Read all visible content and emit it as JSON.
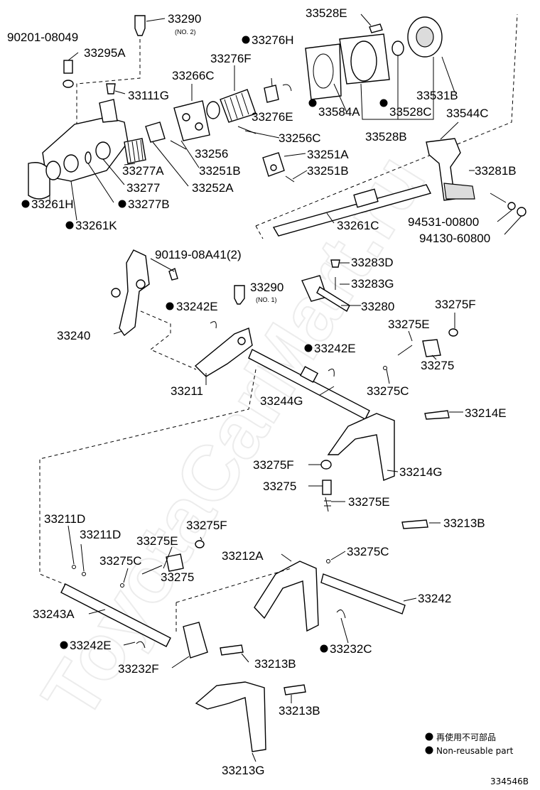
{
  "watermark": "ToyotaCarMart.ru",
  "diagram_id": "334546B",
  "legend": {
    "line1": "再使用不可部品",
    "line2": "Non-reusable part"
  },
  "labels": {
    "p33290_top": "33290",
    "p33290_top_note": "(NO. 2)",
    "p90201": "90201-08049",
    "p33295A": "33295A",
    "p33111G": "33111G",
    "p33261H": "33261H",
    "p33277B": "33277B",
    "p33261K": "33261K",
    "p33277": "33277",
    "p33277A": "33277A",
    "p33266C": "33266C",
    "p33276F": "33276F",
    "p33276H": "33276H",
    "p33276E": "33276E",
    "p33256C": "33256C",
    "p33256": "33256",
    "p33251B_a": "33251B",
    "p33252A": "33252A",
    "p33251A": "33251A",
    "p33251B_b": "33251B",
    "p33528E": "33528E",
    "p33584A": "33584A",
    "p33528C": "33528C",
    "p33531B": "33531B",
    "p33528B": "33528B",
    "p33544C": "33544C",
    "p33281B": "33281B",
    "p94531": "94531-00800",
    "p94130": "94130-60800",
    "p33261C": "33261C",
    "p90119": "90119-08A41(2)",
    "p33283D": "33283D",
    "p33283G": "33283G",
    "p33280": "33280",
    "p33290_mid": "33290",
    "p33290_mid_note": "(NO. 1)",
    "p33242E_a": "33242E",
    "p33240": "33240",
    "p33211": "33211",
    "p33242E_b": "33242E",
    "p33244G": "33244G",
    "p33275F_a": "33275F",
    "p33275E_a": "33275E",
    "p33275_a": "33275",
    "p33275C_a": "33275C",
    "p33214E": "33214E",
    "p33275F_b": "33275F",
    "p33275_b": "33275",
    "p33275E_b": "33275E",
    "p33214G": "33214G",
    "p33213B_a": "33213B",
    "p33211D_a": "33211D",
    "p33211D_b": "33211D",
    "p33275F_c": "33275F",
    "p33275E_c": "33275E",
    "p33275C_b": "33275C",
    "p33275_c": "33275",
    "p33212A": "33212A",
    "p33275C_c": "33275C",
    "p33242": "33242",
    "p33243A": "33243A",
    "p33242E_c": "33242E",
    "p33232C": "33232C",
    "p33232F": "33232F",
    "p33213B_b": "33213B",
    "p33213B_c": "33213B",
    "p33213G": "33213G"
  }
}
